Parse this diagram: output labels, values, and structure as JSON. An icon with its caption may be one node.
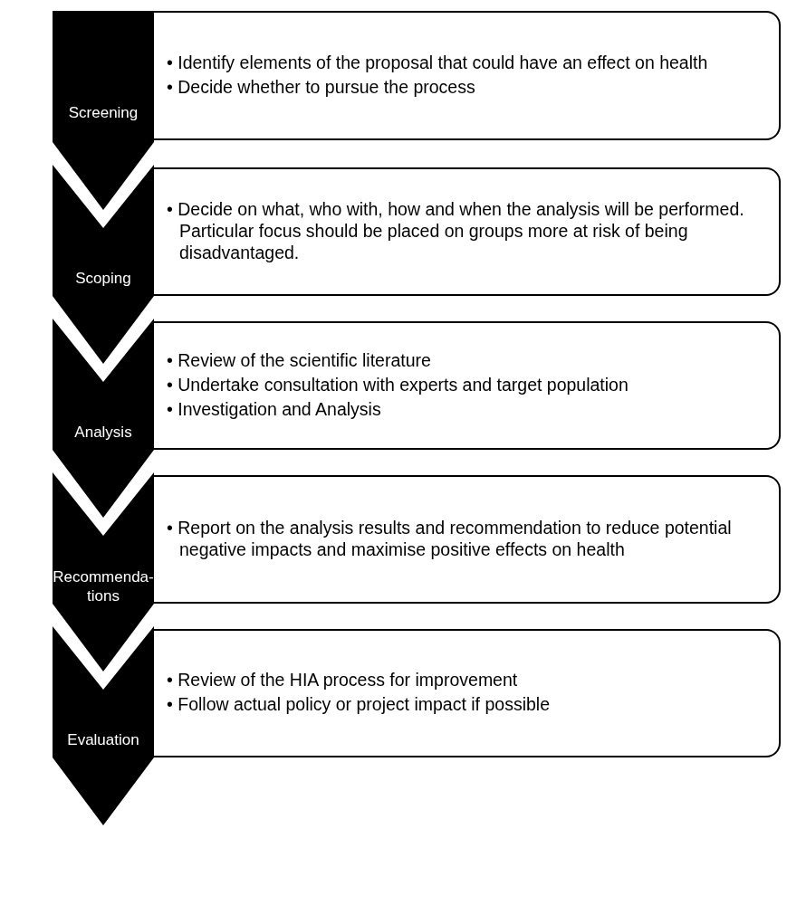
{
  "diagram": {
    "nodes": [
      {
        "text": [
          "Screening"
        ]
      },
      {
        "text": [
          "• Identify elements of the proposal that could have an effect on health",
          "• Decide whether to pursue the process"
        ]
      },
      {
        "text": [
          "Scoping"
        ]
      },
      {
        "text": [
          "• Decide on what, who with, how and when the analysis will be performed. Particular focus should be placed on groups more at risk of being disadvantaged."
        ]
      },
      {
        "text": [
          "Analysis"
        ]
      },
      {
        "text": [
          "• Review of the scientific literature",
          "• Undertake consultation with experts and target population",
          "• Investigation and Analysis"
        ]
      },
      {
        "text": [
          "Recommenda- tions"
        ]
      },
      {
        "text": [
          "• Report on the analysis results and recommendation to reduce potential negative impacts and maximise positive effects on health"
        ]
      },
      {
        "text": [
          "Evaluation"
        ]
      },
      {
        "text": [
          "• Review of the HIA process for improvement",
          "• Follow actual policy or project impact if possible"
        ]
      }
    ]
  }
}
